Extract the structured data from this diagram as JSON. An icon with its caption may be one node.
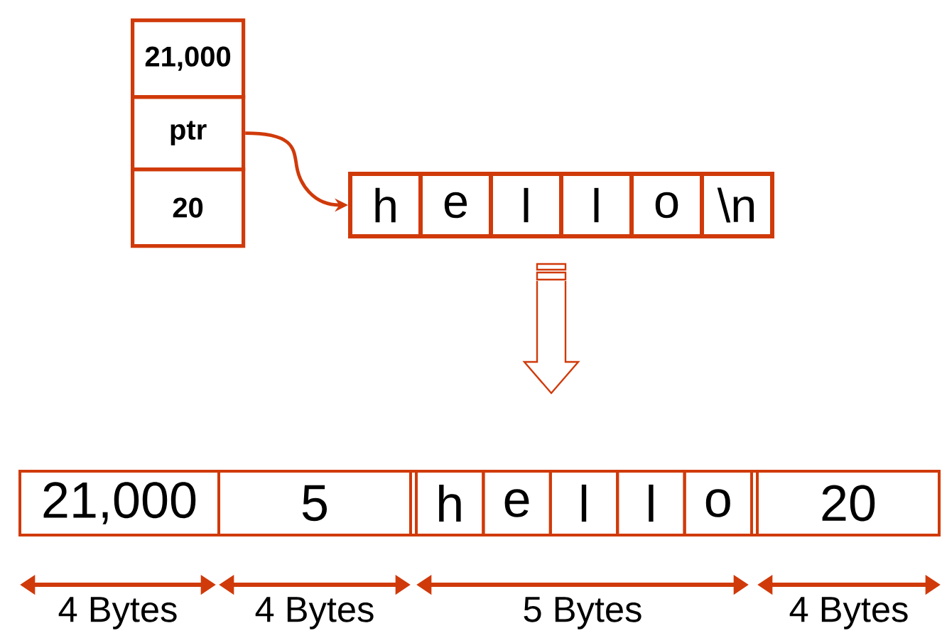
{
  "diagram": {
    "nodes": [
      {
        "text": [
          "21,000"
        ]
      },
      {
        "text": [
          "ptr"
        ]
      },
      {
        "text": [
          "20"
        ]
      },
      {
        "text": [],
        "shape": "box"
      },
      {
        "text": [
          "h"
        ],
        "in": 3
      },
      {
        "text": [
          "e"
        ],
        "in": 3
      },
      {
        "text": [
          "l"
        ],
        "in": 3
      },
      {
        "text": [
          "l"
        ],
        "in": 3
      },
      {
        "text": [
          "o"
        ],
        "in": 3
      },
      {
        "text": [
          "\\n"
        ],
        "in": 3
      },
      {
        "text": [],
        "shape": "box"
      },
      {
        "text": [
          "21,000"
        ],
        "in": 10
      },
      {
        "text": [
          "5"
        ],
        "in": 10
      },
      {
        "text": [
          "h"
        ],
        "in": 10
      },
      {
        "text": [
          "e"
        ],
        "in": 10
      },
      {
        "text": [
          "l"
        ],
        "in": 10
      },
      {
        "text": [
          "l"
        ],
        "in": 10
      },
      {
        "text": [
          "o"
        ],
        "in": 10
      },
      {
        "text": [
          "20"
        ],
        "in": 10
      }
    ],
    "edges": [
      {
        "from": 1,
        "to": 3,
        "arrow": "to"
      },
      {
        "from": 3,
        "to": 10,
        "arrow": "to"
      }
    ],
    "labels": [
      "4 Bytes",
      "4 Bytes",
      "5 Bytes",
      "4 Bytes"
    ]
  }
}
